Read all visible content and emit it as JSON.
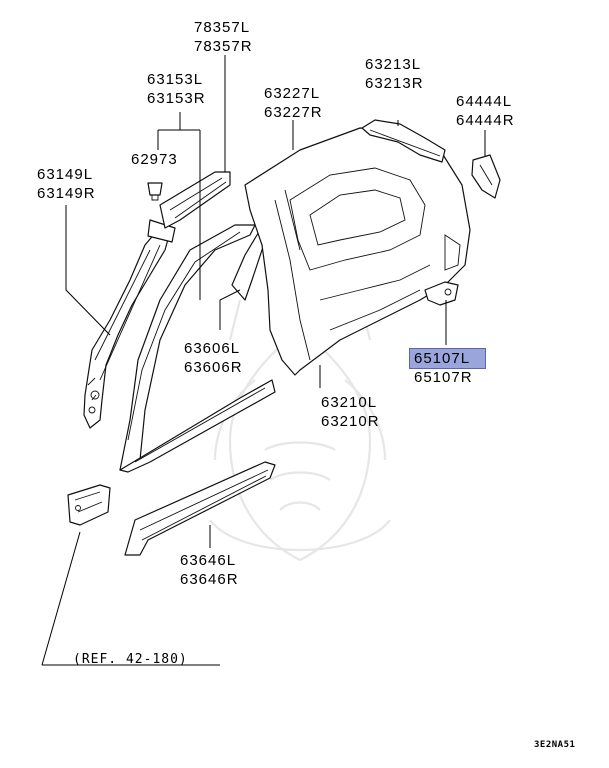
{
  "highlight_color": "#9aa5dc",
  "labels": {
    "p78357": [
      "78357L",
      "78357R"
    ],
    "p63153": [
      "63153L",
      "63153R"
    ],
    "p63227": [
      "63227L",
      "63227R"
    ],
    "p63213": [
      "63213L",
      "63213R"
    ],
    "p64444": [
      "64444L",
      "64444R"
    ],
    "p62973": [
      "62973"
    ],
    "p63149": [
      "63149L",
      "63149R"
    ],
    "p63606": [
      "63606L",
      "63606R"
    ],
    "p65107": [
      "65107L",
      "65107R"
    ],
    "p63210": [
      "63210L",
      "63210R"
    ],
    "p63646": [
      "63646L",
      "63646R"
    ]
  },
  "reference": "(REF. 42-180)",
  "diagram_code": "3E2NA51"
}
